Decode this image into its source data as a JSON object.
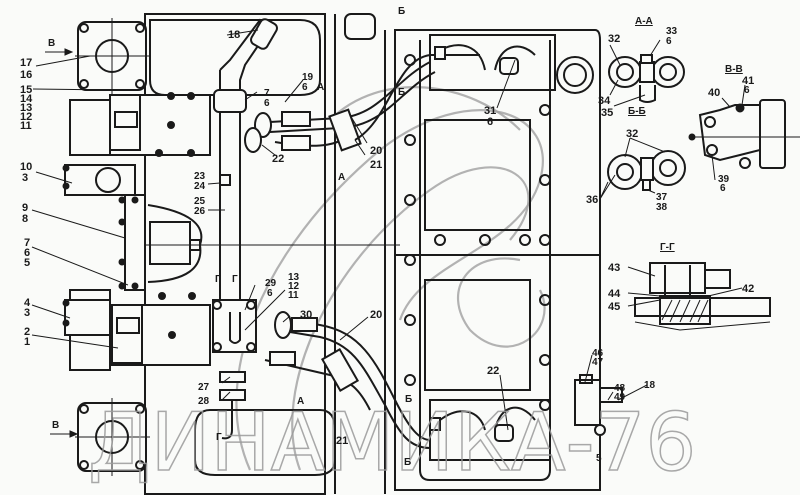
{
  "title": "Pump and control valve assembly drawing",
  "watermark": {
    "text": "ДИНАМИКА-76",
    "logo": "spiral-logo"
  },
  "section_titles": {
    "aa": "А-А",
    "bb": "Б-Б",
    "vv": "В-В",
    "gg": "Г-Г"
  },
  "view_markers": {
    "v_top": "В",
    "v_bottom": "В",
    "a_top": "А",
    "a_top2": "А",
    "a_bottom": "А",
    "b_top": "Б",
    "b_mid": "Б",
    "b_bottom1": "Б",
    "b_bottom2": "Б",
    "g_top": "Г",
    "g_mid": "Г",
    "g_bottom": "Г"
  },
  "callouts": {
    "c18": "18",
    "c17": "17",
    "c16": "16",
    "c15": "15",
    "c14": "14",
    "c13": "13",
    "c12": "12",
    "c11": "11",
    "c10": "10",
    "c3a": "3",
    "c9": "9",
    "c8": "8",
    "c7": "7",
    "c6a": "6",
    "c5a": "5",
    "c4": "4",
    "c3b": "3",
    "c2": "2",
    "c1": "1",
    "c7b": "7",
    "c6b": "6",
    "c19": "19",
    "c6c": "6",
    "c22a": "22",
    "c20a": "20",
    "c21a": "21",
    "c23": "23",
    "c24": "24",
    "c25": "25",
    "c26": "26",
    "c29": "29",
    "c6d": "6",
    "c13b": "13",
    "c12b": "12",
    "c11b": "11",
    "c30": "30",
    "c20b": "20",
    "c27": "27",
    "c28": "28",
    "c21b": "21",
    "c31": "31",
    "c6e": "6",
    "c22b": "22",
    "c46": "46",
    "c47": "47",
    "c48": "48",
    "c49": "49",
    "c18b": "18",
    "c5b": "5",
    "c32a": "32",
    "c33": "33",
    "c6f": "6",
    "c34": "34",
    "c35": "35",
    "c32b": "32",
    "c36": "36",
    "c37": "37",
    "c38": "38",
    "c40": "40",
    "c41": "41",
    "c6g": "6",
    "c39": "39",
    "c6h": "6",
    "c43": "43",
    "c44": "44",
    "c45": "45",
    "c42": "42"
  }
}
